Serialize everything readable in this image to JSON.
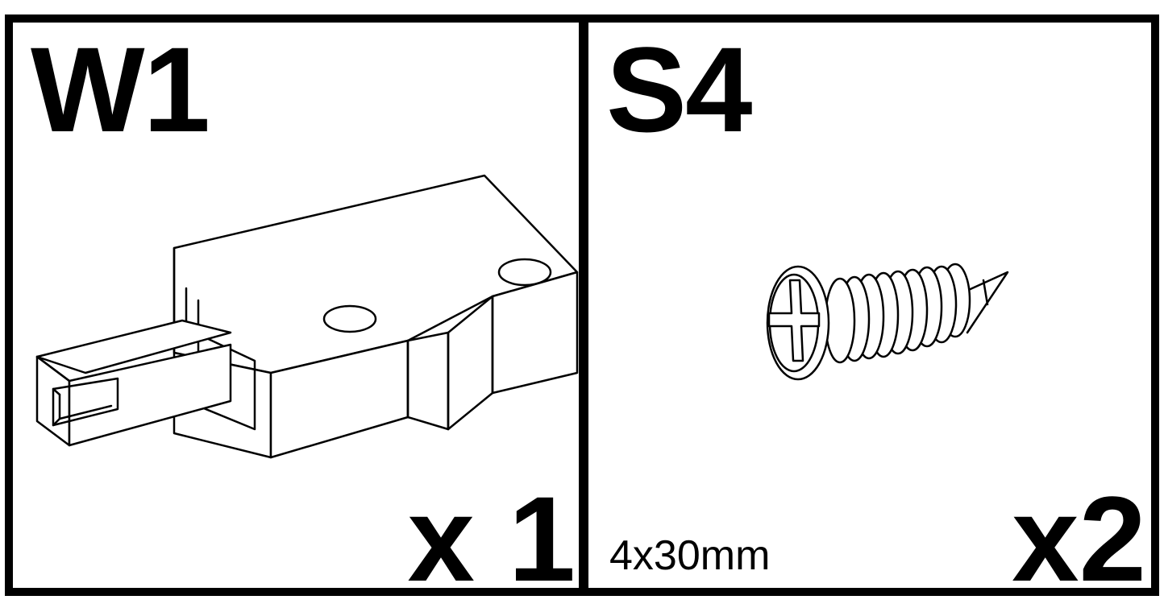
{
  "panels": [
    {
      "code": "W1",
      "quantity": "x 1",
      "illustration": "connector-illustration"
    },
    {
      "code": "S4",
      "quantity": "x2",
      "size": "4x30mm",
      "illustration": "screw-illustration"
    }
  ],
  "colors": {
    "ink": "#000000",
    "paper": "#ffffff"
  }
}
